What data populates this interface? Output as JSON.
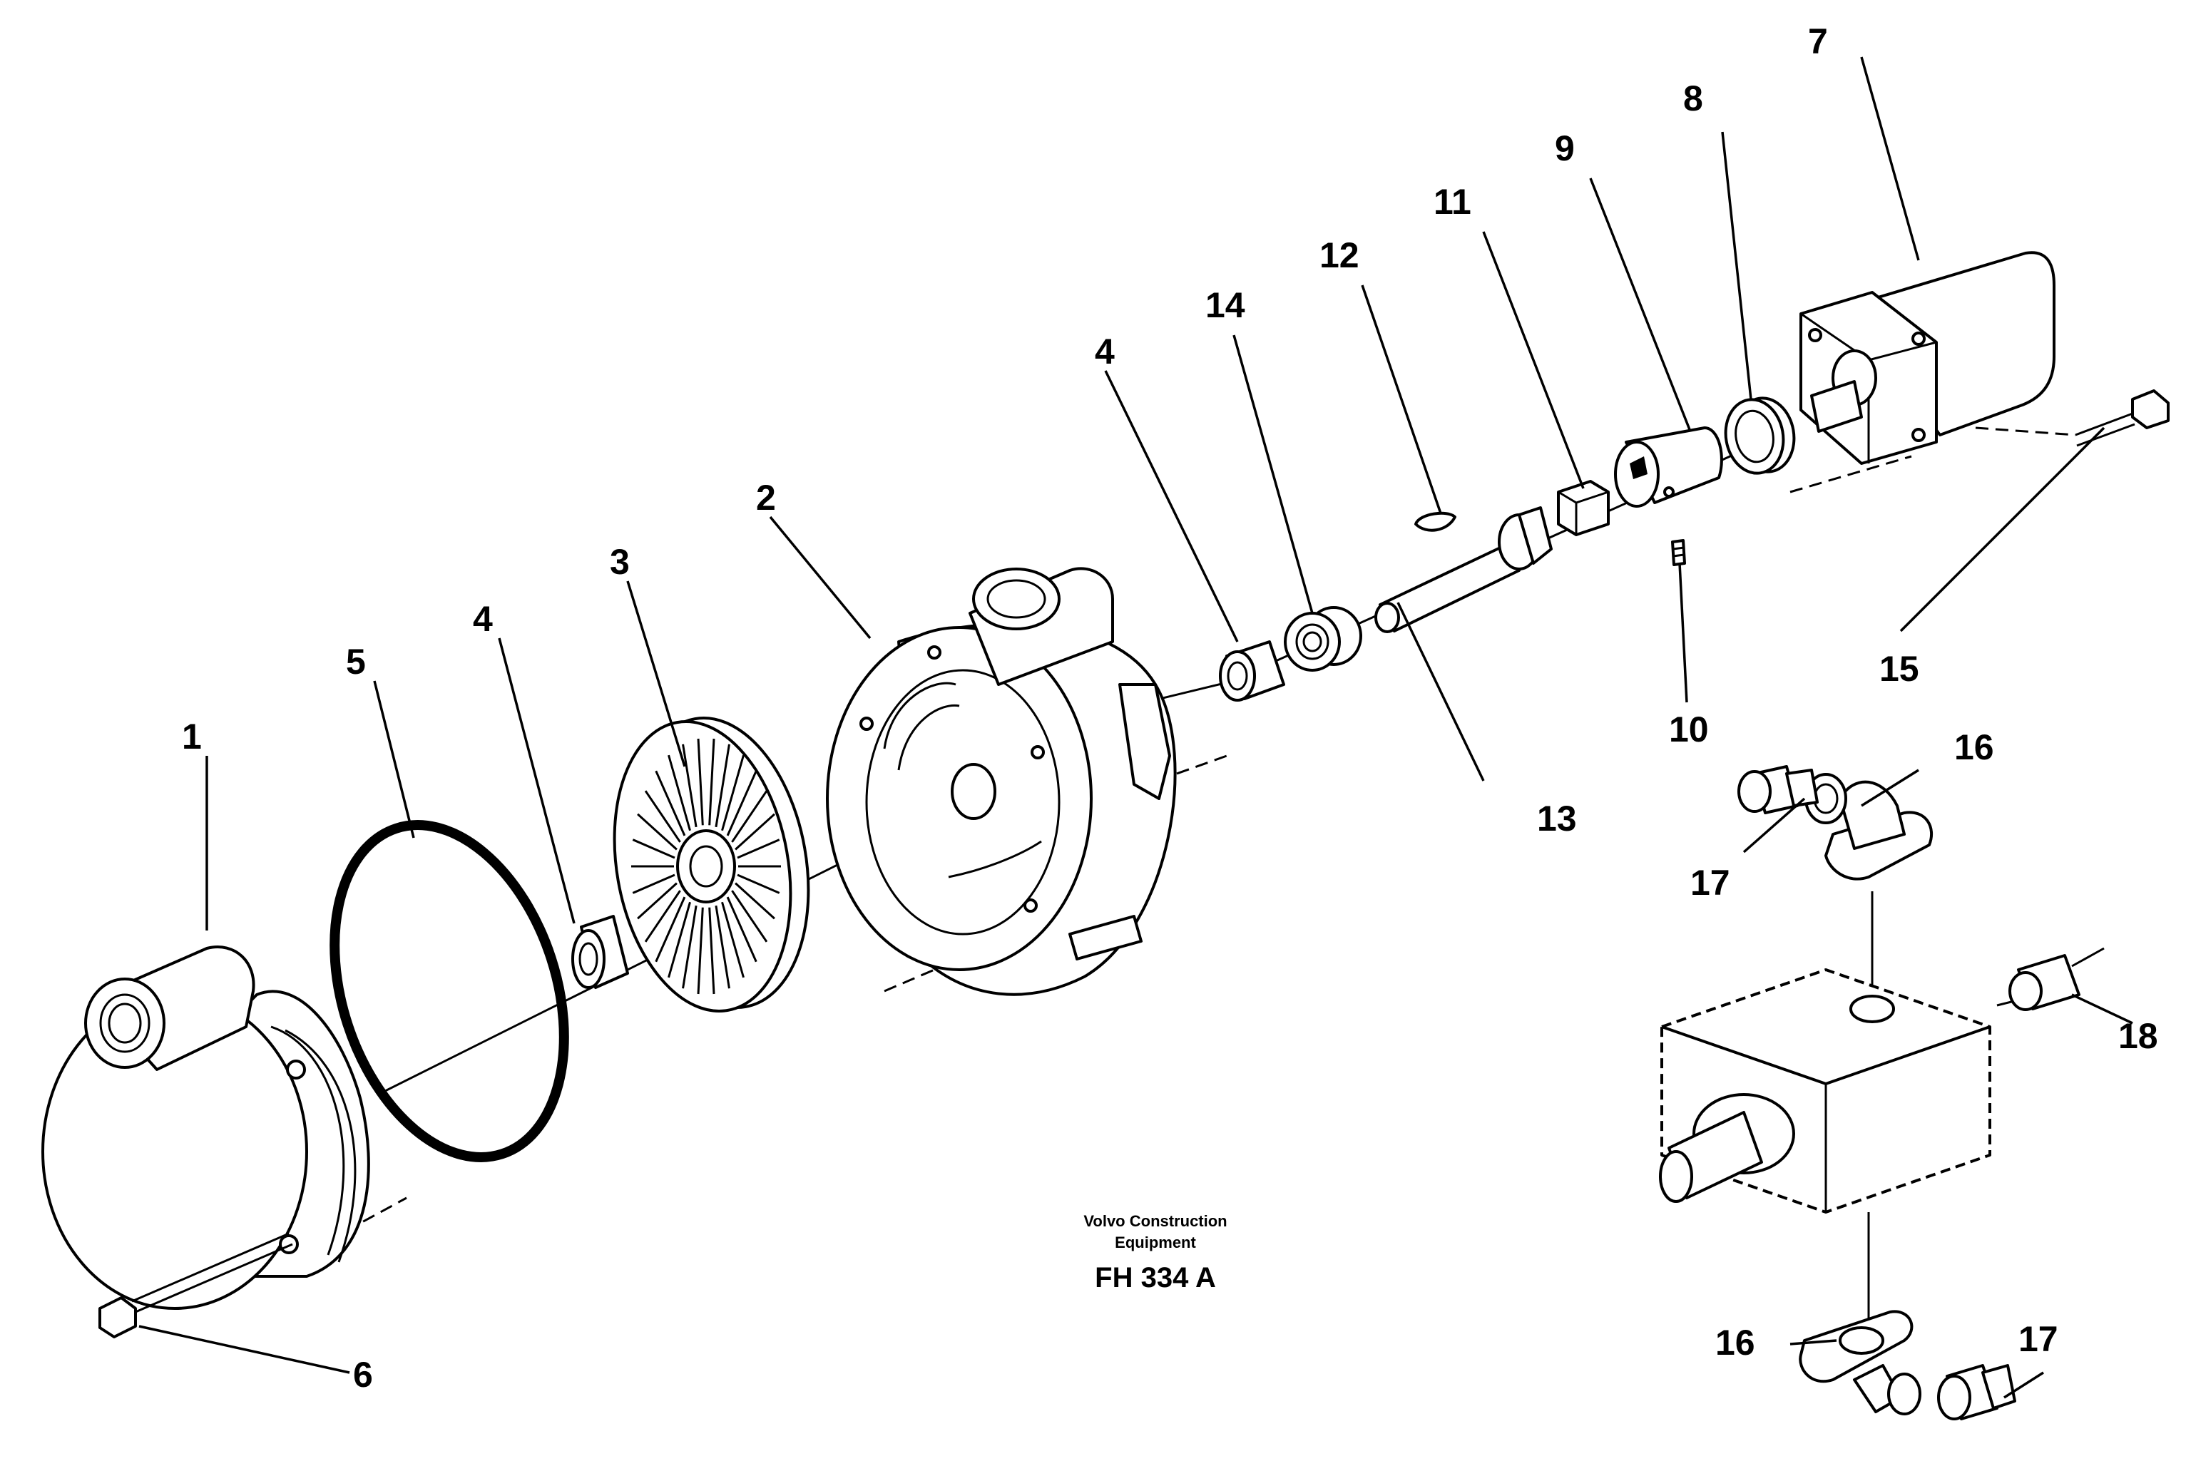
{
  "diagram": {
    "type": "exploded-parts-view",
    "caption_line1": "Volvo Construction",
    "caption_line2": "Equipment",
    "figure_code": "FH 334 A",
    "callouts": {
      "c1": "1",
      "c2": "2",
      "c3": "3",
      "c4a": "4",
      "c4b": "4",
      "c5": "5",
      "c6": "6",
      "c7": "7",
      "c8": "8",
      "c9": "9",
      "c10": "10",
      "c11": "11",
      "c12": "12",
      "c13": "13",
      "c14": "14",
      "c15": "15",
      "c16a": "16",
      "c16b": "16",
      "c17a": "17",
      "c17b": "17",
      "c18": "18"
    }
  }
}
